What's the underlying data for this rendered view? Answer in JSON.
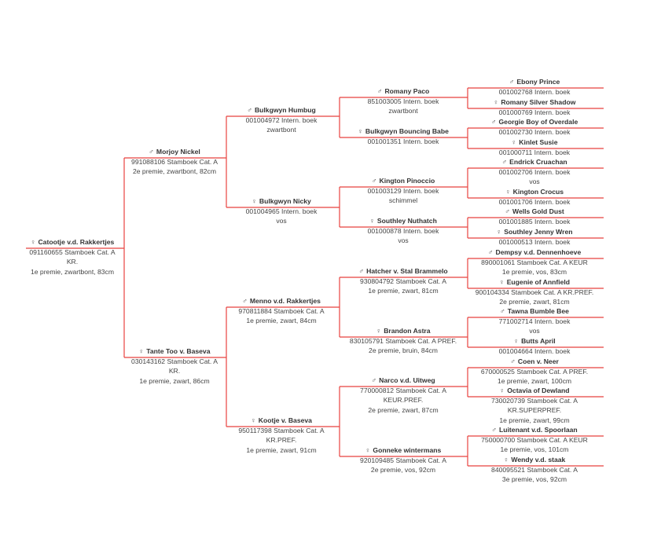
{
  "pedigree": {
    "line_color": "#e8423f",
    "animals": [
      {
        "id": "a0",
        "sex": "♀",
        "name": "Catootje v.d. Rakkertjes",
        "details": [
          "091160655 Stamboek Cat. A",
          "KR.",
          "1e premie, zwartbont, 83cm"
        ]
      },
      {
        "id": "a1",
        "sex": "♂",
        "name": "Morjoy Nickel",
        "details": [
          "991088106 Stamboek Cat. A",
          "2e premie, zwartbont, 82cm"
        ]
      },
      {
        "id": "a2",
        "sex": "♀",
        "name": "Tante Too v. Baseva",
        "details": [
          "030143162 Stamboek Cat. A",
          "KR.",
          "1e premie, zwart, 86cm"
        ]
      },
      {
        "id": "a3",
        "sex": "♂",
        "name": "Bulkgwyn Humbug",
        "details": [
          "001004972 Intern. boek",
          "zwartbont"
        ]
      },
      {
        "id": "a4",
        "sex": "♀",
        "name": "Bulkgwyn Nicky",
        "details": [
          "001004965 Intern. boek",
          "vos"
        ]
      },
      {
        "id": "a5",
        "sex": "♂",
        "name": "Menno v.d. Rakkertjes",
        "details": [
          "970811884 Stamboek Cat. A",
          "1e premie, zwart, 84cm"
        ]
      },
      {
        "id": "a6",
        "sex": "♀",
        "name": "Kootje v. Baseva",
        "details": [
          "950117398 Stamboek Cat. A",
          "KR.PREF.",
          "1e premie, zwart, 91cm"
        ]
      },
      {
        "id": "a7",
        "sex": "♂",
        "name": "Romany Paco",
        "details": [
          "851003005 Intern. boek",
          "zwartbont"
        ]
      },
      {
        "id": "a8",
        "sex": "♀",
        "name": "Bulkgwyn Bouncing Babe",
        "details": [
          "001001351 Intern. boek"
        ]
      },
      {
        "id": "a9",
        "sex": "♂",
        "name": "Kington Pinoccio",
        "details": [
          "001003129 Intern. boek",
          "schimmel"
        ]
      },
      {
        "id": "a10",
        "sex": "♀",
        "name": "Southley Nuthatch",
        "details": [
          "001000878 Intern. boek",
          "vos"
        ]
      },
      {
        "id": "a11",
        "sex": "♂",
        "name": "Hatcher v. Stal Brammelo",
        "details": [
          "930804792 Stamboek Cat. A",
          "1e premie, zwart, 81cm"
        ]
      },
      {
        "id": "a12",
        "sex": "♀",
        "name": "Brandon Astra",
        "details": [
          "830105791 Stamboek Cat. A PREF.",
          "2e premie, bruin, 84cm"
        ]
      },
      {
        "id": "a13",
        "sex": "♂",
        "name": "Narco v.d. Uitweg",
        "details": [
          "770000812 Stamboek Cat. A",
          "KEUR.PREF.",
          "2e premie, zwart, 87cm"
        ]
      },
      {
        "id": "a14",
        "sex": "♀",
        "name": "Gonneke wintermans",
        "details": [
          "920109485 Stamboek Cat. A",
          "2e premie, vos, 92cm"
        ]
      },
      {
        "id": "a15",
        "sex": "♂",
        "name": "Ebony Prince",
        "details": [
          "001002768 Intern. boek"
        ]
      },
      {
        "id": "a16",
        "sex": "♀",
        "name": "Romany Silver Shadow",
        "details": [
          "001000769 Intern. boek"
        ]
      },
      {
        "id": "a17",
        "sex": "♂",
        "name": "Georgie Boy of Overdale",
        "details": [
          "001002730 Intern. boek"
        ]
      },
      {
        "id": "a18",
        "sex": "♀",
        "name": "Kinlet Susie",
        "details": [
          "001000711 Intern. boek"
        ]
      },
      {
        "id": "a19",
        "sex": "♂",
        "name": "Endrick Cruachan",
        "details": [
          "001002706 Intern. boek",
          "vos"
        ]
      },
      {
        "id": "a20",
        "sex": "♀",
        "name": "Kington Crocus",
        "details": [
          "001001706 Intern. boek"
        ]
      },
      {
        "id": "a21",
        "sex": "♂",
        "name": "Wells Gold Dust",
        "details": [
          "001001885 Intern. boek"
        ]
      },
      {
        "id": "a22",
        "sex": "♀",
        "name": "Southley Jenny Wren",
        "details": [
          "001000513 Intern. boek"
        ]
      },
      {
        "id": "a23",
        "sex": "♂",
        "name": "Dempsy v.d. Dennenhoeve",
        "details": [
          "890001061 Stamboek Cat. A KEUR",
          "1e premie, vos, 83cm"
        ]
      },
      {
        "id": "a24",
        "sex": "♀",
        "name": "Eugenie of Annfield",
        "details": [
          "900104334 Stamboek Cat. A KR.PREF.",
          "2e premie, zwart, 81cm"
        ]
      },
      {
        "id": "a25",
        "sex": "♂",
        "name": "Tawna Bumble Bee",
        "details": [
          "771002714 Intern. boek",
          "vos"
        ]
      },
      {
        "id": "a26",
        "sex": "♀",
        "name": "Butts April",
        "details": [
          "001004664 Intern. boek"
        ]
      },
      {
        "id": "a27",
        "sex": "♂",
        "name": "Coen v. Neer",
        "details": [
          "670000525 Stamboek Cat. A PREF.",
          "1e premie, zwart, 100cm"
        ]
      },
      {
        "id": "a28",
        "sex": "♀",
        "name": "Octavia of Dewland",
        "details": [
          "730020739 Stamboek Cat. A",
          "KR.SUPERPREF.",
          "1e premie, zwart, 99cm"
        ]
      },
      {
        "id": "a29",
        "sex": "♂",
        "name": "Luitenant v.d. Spoorlaan",
        "details": [
          "750000700 Stamboek Cat. A KEUR",
          "1e premie, vos, 101cm"
        ]
      },
      {
        "id": "a30",
        "sex": "♀",
        "name": "Wendy v.d. staak",
        "details": [
          "840095521 Stamboek Cat. A",
          "3e premie, vos, 92cm"
        ]
      }
    ]
  }
}
